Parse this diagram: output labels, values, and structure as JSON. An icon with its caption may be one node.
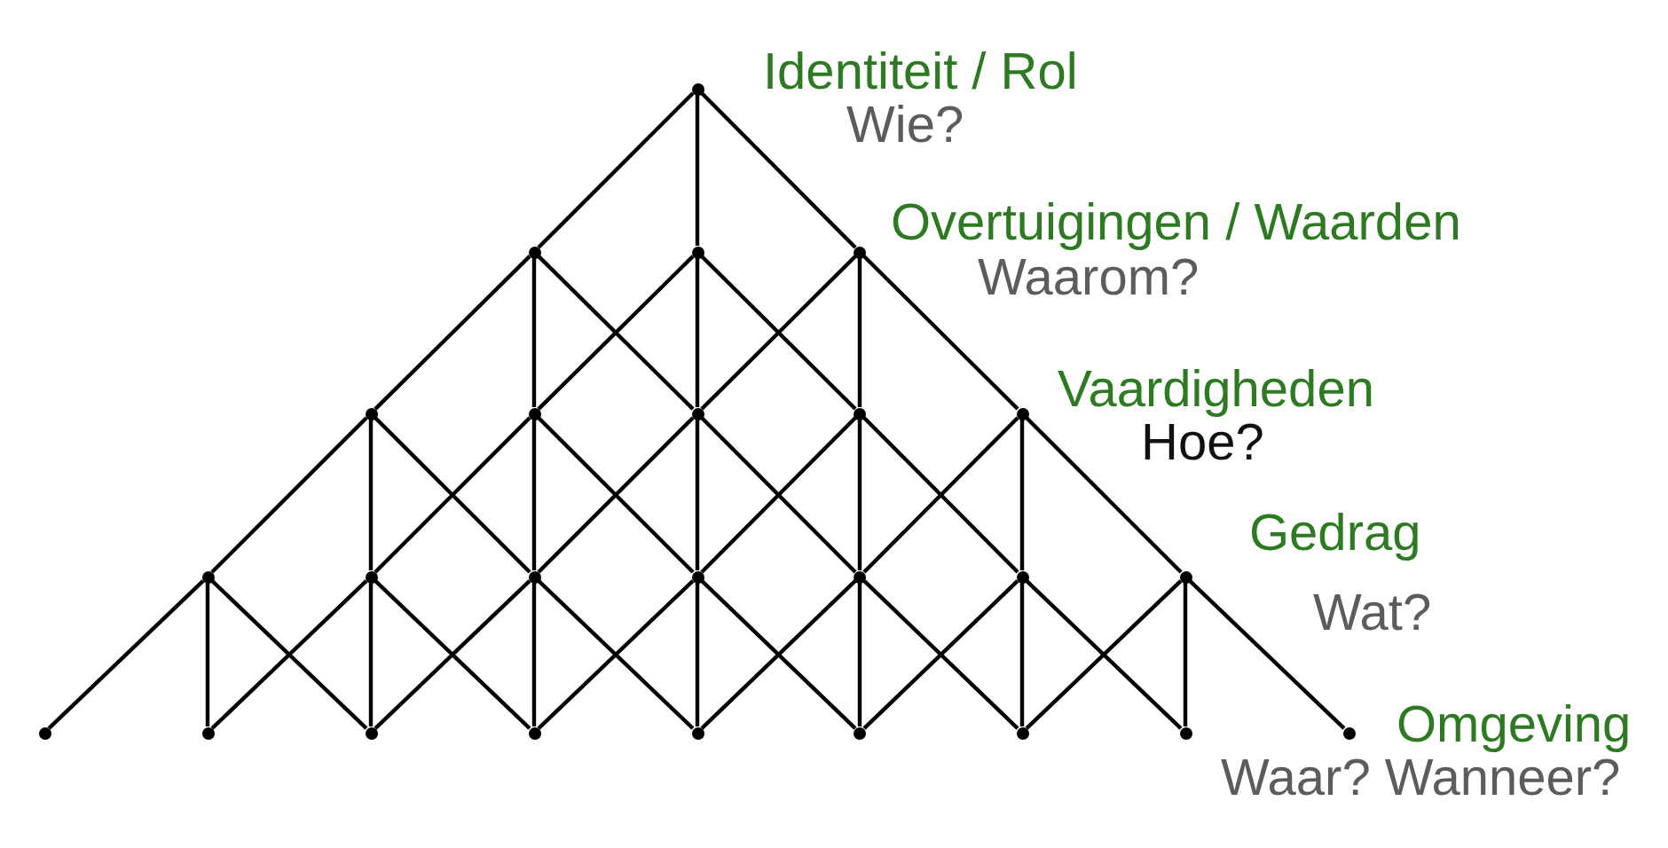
{
  "diagram": {
    "nodes": [
      {
        "text": [],
        "shape": "circle"
      },
      {
        "text": [],
        "shape": "circle"
      },
      {
        "text": [],
        "shape": "circle"
      },
      {
        "text": [],
        "shape": "circle"
      },
      {
        "text": [],
        "shape": "circle"
      },
      {
        "text": [],
        "shape": "circle"
      },
      {
        "text": [],
        "shape": "circle"
      },
      {
        "text": [],
        "shape": "circle"
      },
      {
        "text": [],
        "shape": "circle"
      },
      {
        "text": [],
        "shape": "circle"
      },
      {
        "text": [],
        "shape": "circle"
      },
      {
        "text": [],
        "shape": "circle"
      },
      {
        "text": [],
        "shape": "circle"
      },
      {
        "text": [],
        "shape": "circle"
      },
      {
        "text": [],
        "shape": "circle"
      },
      {
        "text": [],
        "shape": "circle"
      },
      {
        "text": [],
        "shape": "circle"
      },
      {
        "text": [],
        "shape": "circle"
      },
      {
        "text": [],
        "shape": "circle"
      },
      {
        "text": [],
        "shape": "circle"
      },
      {
        "text": [],
        "shape": "circle"
      },
      {
        "text": [],
        "shape": "circle"
      },
      {
        "text": [],
        "shape": "circle"
      },
      {
        "text": [],
        "shape": "circle"
      },
      {
        "text": [],
        "shape": "circle"
      }
    ],
    "edges": [
      {
        "from": 0,
        "to": 1,
        "arrow": "none"
      },
      {
        "from": 0,
        "to": 2,
        "arrow": "none"
      },
      {
        "from": 0,
        "to": 3,
        "arrow": "none"
      },
      {
        "from": 1,
        "to": 4,
        "arrow": "none"
      },
      {
        "from": 1,
        "to": 5,
        "arrow": "none"
      },
      {
        "from": 1,
        "to": 6,
        "arrow": "none"
      },
      {
        "from": 2,
        "to": 5,
        "arrow": "none"
      },
      {
        "from": 2,
        "to": 6,
        "arrow": "none"
      },
      {
        "from": 2,
        "to": 7,
        "arrow": "none"
      },
      {
        "from": 3,
        "to": 6,
        "arrow": "none"
      },
      {
        "from": 3,
        "to": 7,
        "arrow": "none"
      },
      {
        "from": 3,
        "to": 8,
        "arrow": "none"
      },
      {
        "from": 4,
        "to": 9,
        "arrow": "none"
      },
      {
        "from": 4,
        "to": 10,
        "arrow": "none"
      },
      {
        "from": 4,
        "to": 11,
        "arrow": "none"
      },
      {
        "from": 5,
        "to": 10,
        "arrow": "none"
      },
      {
        "from": 5,
        "to": 11,
        "arrow": "none"
      },
      {
        "from": 5,
        "to": 12,
        "arrow": "none"
      },
      {
        "from": 6,
        "to": 11,
        "arrow": "none"
      },
      {
        "from": 6,
        "to": 12,
        "arrow": "none"
      },
      {
        "from": 6,
        "to": 13,
        "arrow": "none"
      },
      {
        "from": 7,
        "to": 12,
        "arrow": "none"
      },
      {
        "from": 7,
        "to": 13,
        "arrow": "none"
      },
      {
        "from": 7,
        "to": 14,
        "arrow": "none"
      },
      {
        "from": 8,
        "to": 13,
        "arrow": "none"
      },
      {
        "from": 8,
        "to": 14,
        "arrow": "none"
      },
      {
        "from": 8,
        "to": 15,
        "arrow": "none"
      },
      {
        "from": 9,
        "to": 16,
        "arrow": "none"
      },
      {
        "from": 9,
        "to": 17,
        "arrow": "none"
      },
      {
        "from": 9,
        "to": 18,
        "arrow": "none"
      },
      {
        "from": 10,
        "to": 17,
        "arrow": "none"
      },
      {
        "from": 10,
        "to": 18,
        "arrow": "none"
      },
      {
        "from": 10,
        "to": 19,
        "arrow": "none"
      },
      {
        "from": 11,
        "to": 18,
        "arrow": "none"
      },
      {
        "from": 11,
        "to": 19,
        "arrow": "none"
      },
      {
        "from": 11,
        "to": 20,
        "arrow": "none"
      },
      {
        "from": 12,
        "to": 19,
        "arrow": "none"
      },
      {
        "from": 12,
        "to": 20,
        "arrow": "none"
      },
      {
        "from": 12,
        "to": 21,
        "arrow": "none"
      },
      {
        "from": 13,
        "to": 20,
        "arrow": "none"
      },
      {
        "from": 13,
        "to": 21,
        "arrow": "none"
      },
      {
        "from": 13,
        "to": 22,
        "arrow": "none"
      },
      {
        "from": 14,
        "to": 21,
        "arrow": "none"
      },
      {
        "from": 14,
        "to": 22,
        "arrow": "none"
      },
      {
        "from": 14,
        "to": 23,
        "arrow": "none"
      },
      {
        "from": 15,
        "to": 22,
        "arrow": "none"
      },
      {
        "from": 15,
        "to": 23,
        "arrow": "none"
      },
      {
        "from": 15,
        "to": 24,
        "arrow": "none"
      }
    ],
    "labels": [
      "Identiteit / Rol",
      "Wie?",
      "Overtuigingen / Waarden",
      "Waarom?",
      "Vaardigheden",
      "Hoe?",
      "Gedrag",
      "Wat?",
      "Omgeving",
      "Waar? Wanneer?"
    ]
  }
}
